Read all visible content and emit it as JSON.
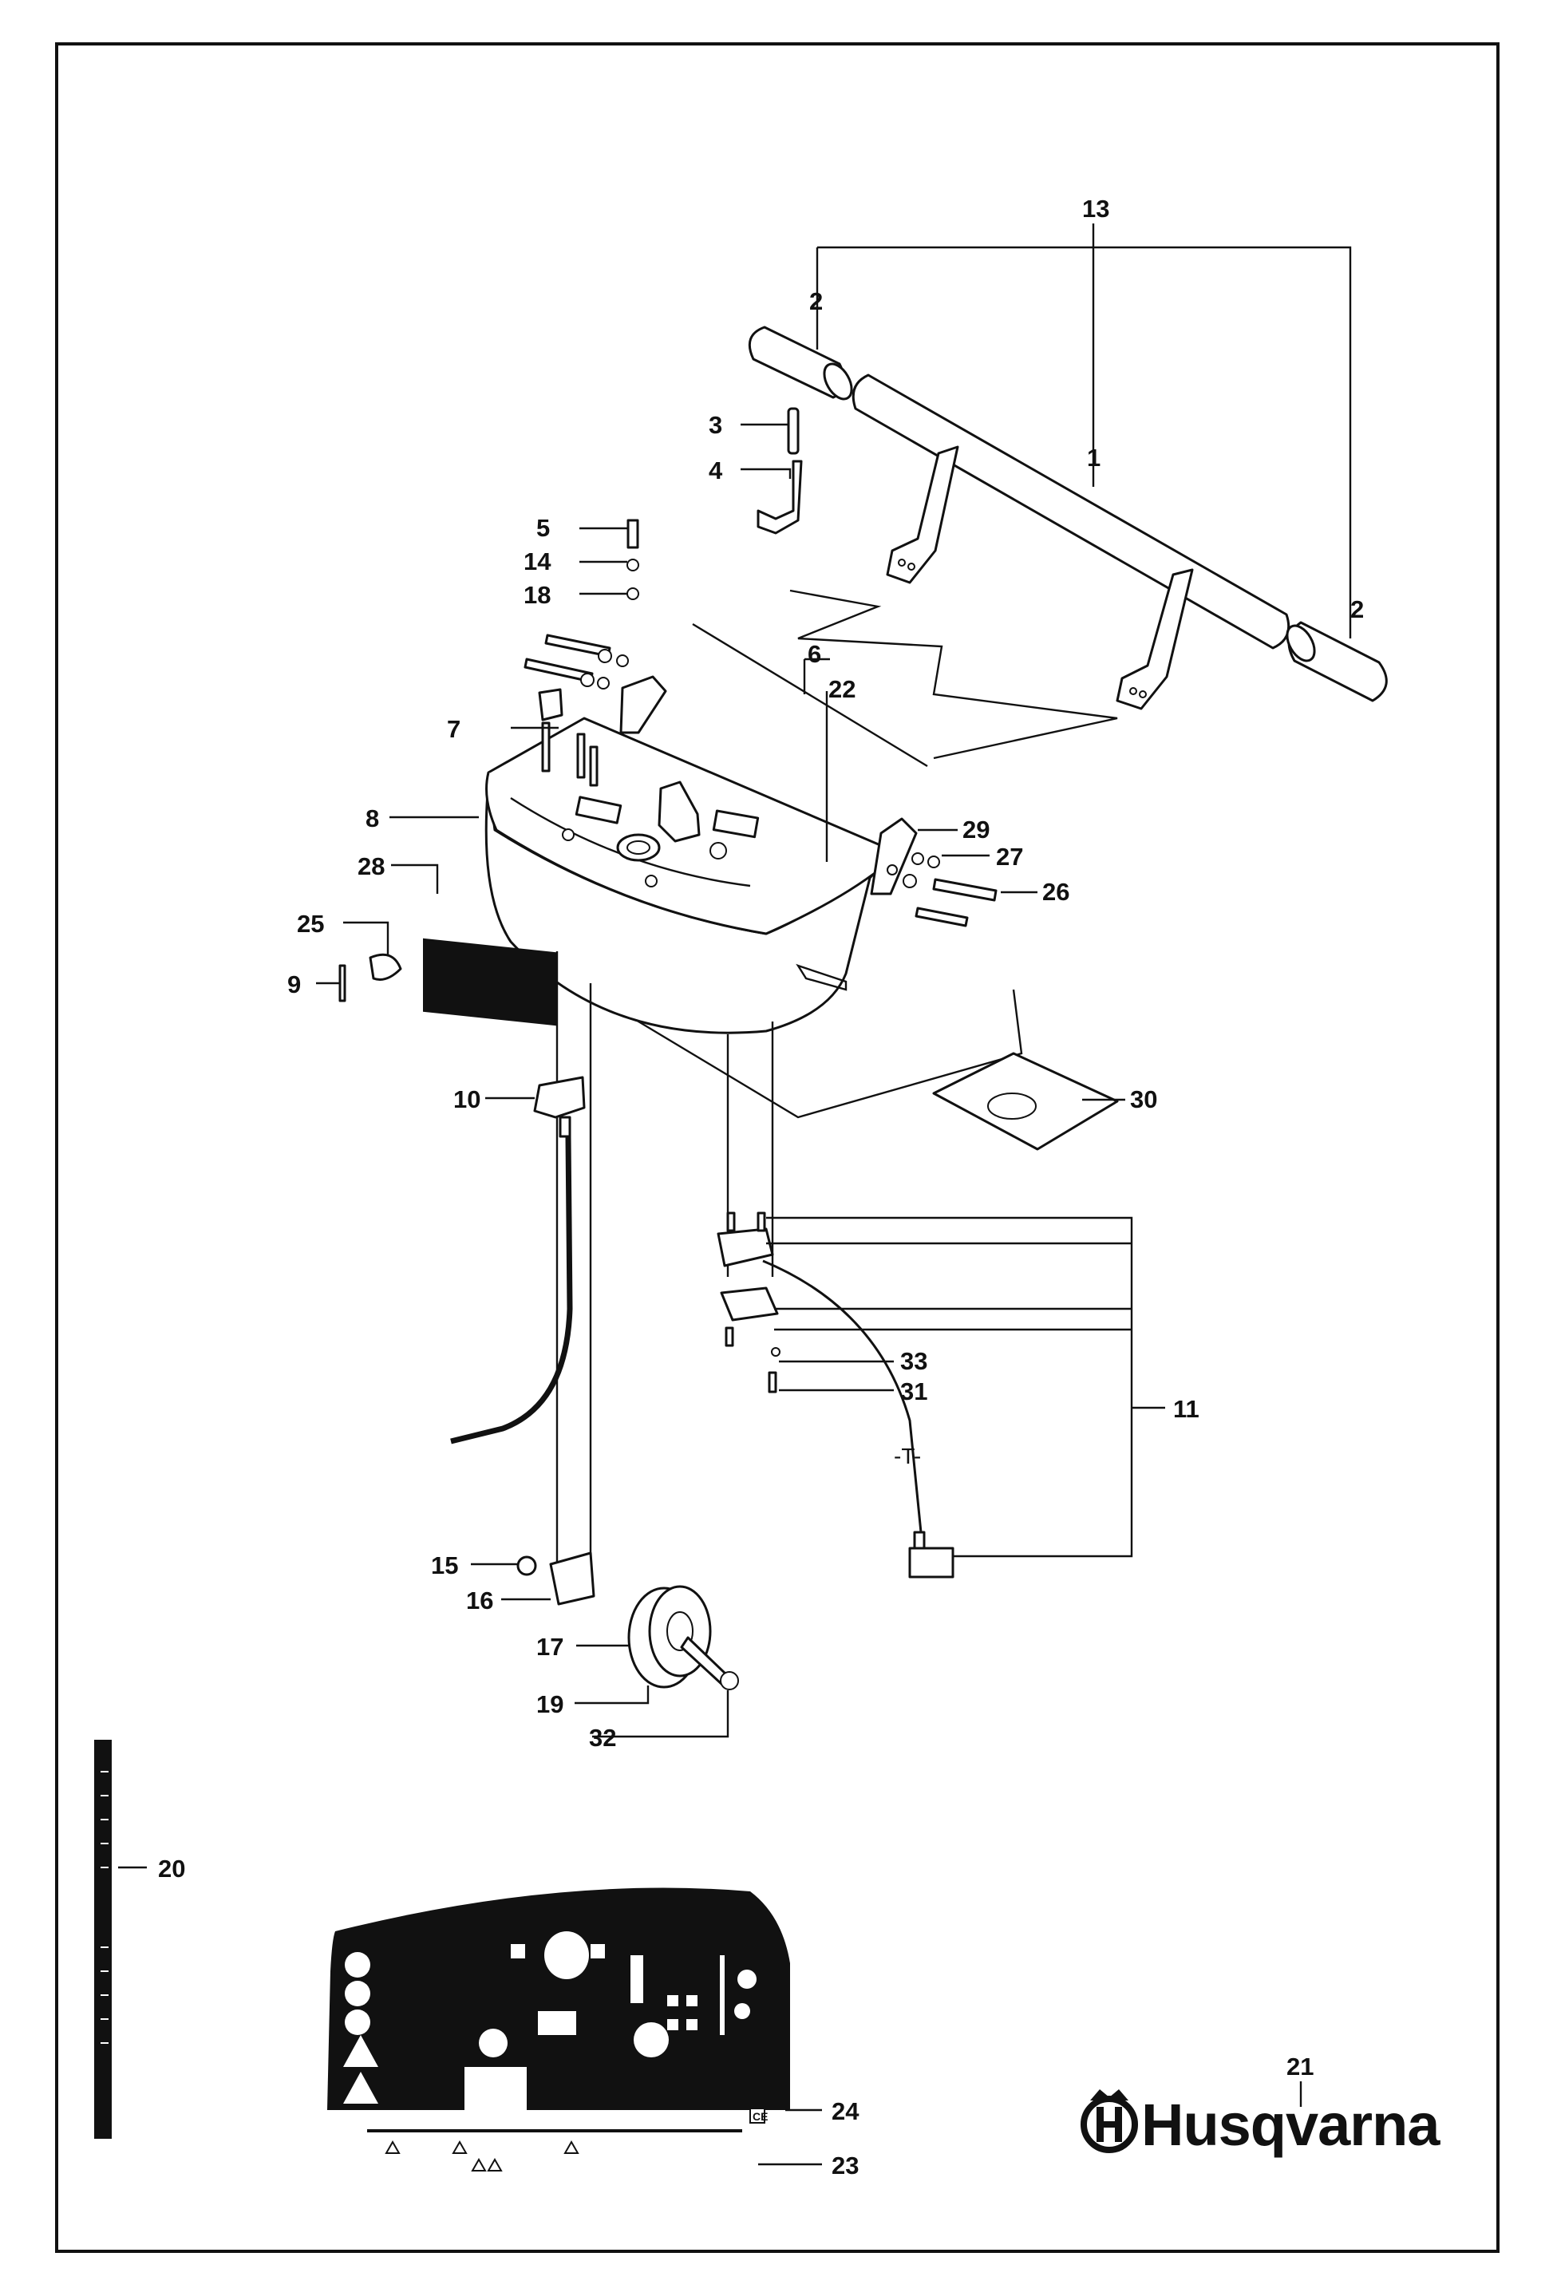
{
  "brand": {
    "name": "Husqvarna",
    "logo_icon": "husqvarna-crown-h-icon"
  },
  "callouts": {
    "c1": "1",
    "c2a": "2",
    "c2b": "2",
    "c3": "3",
    "c4": "4",
    "c5": "5",
    "c6": "6",
    "c7": "7",
    "c8": "8",
    "c9": "9",
    "c10": "10",
    "c11": "11",
    "c13": "13",
    "c14": "14",
    "c15": "15",
    "c16": "16",
    "c17": "17",
    "c18": "18",
    "c19": "19",
    "c20": "20",
    "c21": "21",
    "c22": "22",
    "c23": "23",
    "c24": "24",
    "c25": "25",
    "c26": "26",
    "c27": "27",
    "c28": "28",
    "c29": "29",
    "c30": "30",
    "c31": "31",
    "c32": "32",
    "c33": "33"
  },
  "cable_marker": "-T-",
  "decal": {
    "ce_mark": "CE"
  },
  "colors": {
    "ink": "#111111",
    "paper": "#ffffff"
  }
}
